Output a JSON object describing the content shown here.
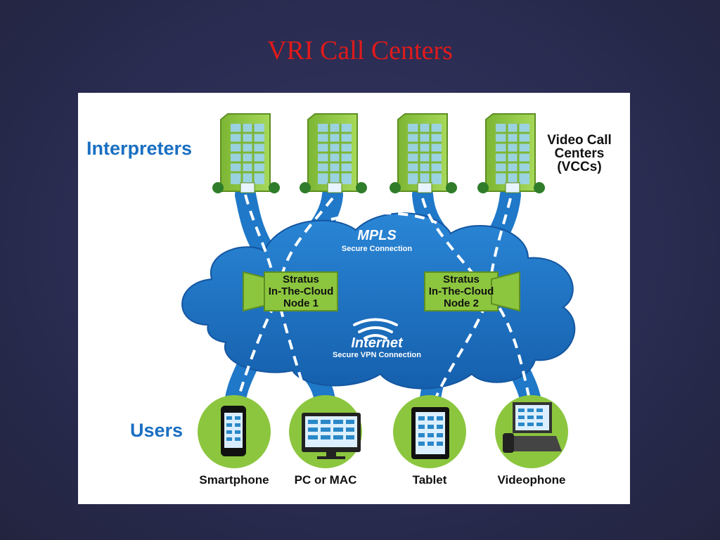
{
  "slide": {
    "title": "VRI Call Centers"
  },
  "diagram": {
    "interpreters_label": "Interpreters",
    "vcc_label": "Video Call\nCenters\n(VCCs)",
    "users_label": "Users",
    "mpls": {
      "title": "MPLS",
      "subtitle": "Secure Connection"
    },
    "internet": {
      "title": "Internet",
      "subtitle": "Secure VPN Connection"
    },
    "nodes": [
      {
        "label": "Stratus\nIn-The-Cloud\nNode 1"
      },
      {
        "label": "Stratus\nIn-The-Cloud\nNode 2"
      }
    ],
    "devices": [
      {
        "label": "Smartphone",
        "icon": "smartphone-icon"
      },
      {
        "label": "PC or MAC",
        "icon": "monitor-icon"
      },
      {
        "label": "Tablet",
        "icon": "tablet-icon"
      },
      {
        "label": "Videophone",
        "icon": "videophone-icon"
      }
    ],
    "colors": {
      "road": "#1f78c8",
      "cloud": "#1f72c2",
      "building": "#8cc63f",
      "node": "#8cc63f",
      "label_blue": "#1a6fc2",
      "title_red": "#e11a1a"
    }
  }
}
